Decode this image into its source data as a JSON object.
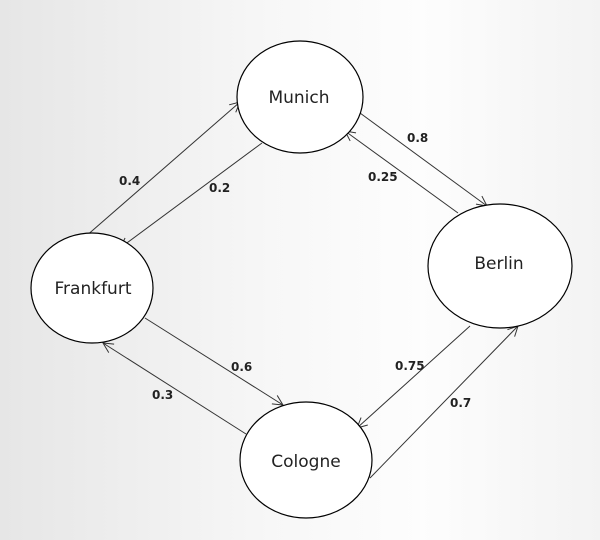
{
  "nodes": {
    "munich": {
      "label": "Munich"
    },
    "berlin": {
      "label": "Berlin"
    },
    "frankfurt": {
      "label": "Frankfurt"
    },
    "cologne": {
      "label": "Cologne"
    }
  },
  "edges": {
    "munich_to_berlin": {
      "from": "Munich",
      "to": "Berlin",
      "weight": "0.8"
    },
    "berlin_to_munich": {
      "from": "Berlin",
      "to": "Munich",
      "weight": "0.25"
    },
    "frankfurt_to_munich": {
      "from": "Frankfurt",
      "to": "Munich",
      "weight": "0.4"
    },
    "munich_to_frankfurt": {
      "from": "Munich",
      "to": "Frankfurt",
      "weight": "0.2"
    },
    "frankfurt_to_cologne": {
      "from": "Frankfurt",
      "to": "Cologne",
      "weight": "0.6"
    },
    "cologne_to_frankfurt": {
      "from": "Cologne",
      "to": "Frankfurt",
      "weight": "0.3"
    },
    "berlin_to_cologne": {
      "from": "Berlin",
      "to": "Cologne",
      "weight": "0.75"
    },
    "cologne_to_berlin": {
      "from": "Cologne",
      "to": "Berlin",
      "weight": "0.7"
    }
  },
  "colors": {
    "node_fill": "#ffffff",
    "stroke": "#000000",
    "text": "#222222"
  }
}
